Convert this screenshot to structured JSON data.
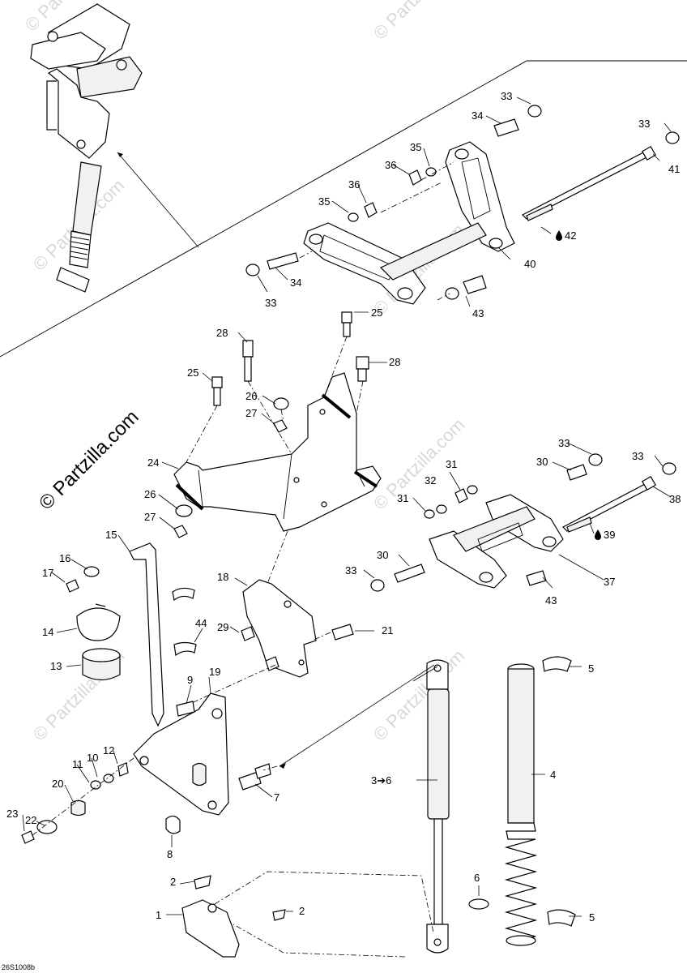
{
  "watermark": {
    "brand": "© Partzilla.com"
  },
  "diagram_code": "26S1008b",
  "callouts": {
    "c33a": "33",
    "c34a": "34",
    "c35a": "35",
    "c36a": "36",
    "c33b": "33",
    "c41": "41",
    "c35b": "35",
    "c36b": "36",
    "c42": "42",
    "c34b": "34",
    "c40": "40",
    "c33c": "33",
    "c43a": "43",
    "c25a": "25",
    "c28a": "28",
    "c28b": "28",
    "c25b": "25",
    "c26a": "26",
    "c27a": "27",
    "c24": "24",
    "c26b": "26",
    "c27b": "27",
    "c33d": "33",
    "c33e": "33",
    "c30a": "30",
    "c31a": "31",
    "c32": "32",
    "c38": "38",
    "c31b": "31",
    "c39": "39",
    "c30b": "30",
    "c33f": "33",
    "c37": "37",
    "c43b": "43",
    "c15": "15",
    "c16": "16",
    "c17": "17",
    "c14": "14",
    "c13": "13",
    "c18": "18",
    "c44": "44",
    "c29": "29",
    "c21": "21",
    "c9": "9",
    "c19": "19",
    "c12": "12",
    "c10": "10",
    "c11": "11",
    "c20": "20",
    "c22": "22",
    "c23": "23",
    "c7": "7",
    "c8": "8",
    "c5a": "5",
    "c4": "4",
    "c3to6": "3➔6",
    "c6": "6",
    "c5b": "5",
    "c2a": "2",
    "c2b": "2",
    "c1": "1"
  },
  "icons": {
    "lubricant_drop": "drop-icon"
  }
}
